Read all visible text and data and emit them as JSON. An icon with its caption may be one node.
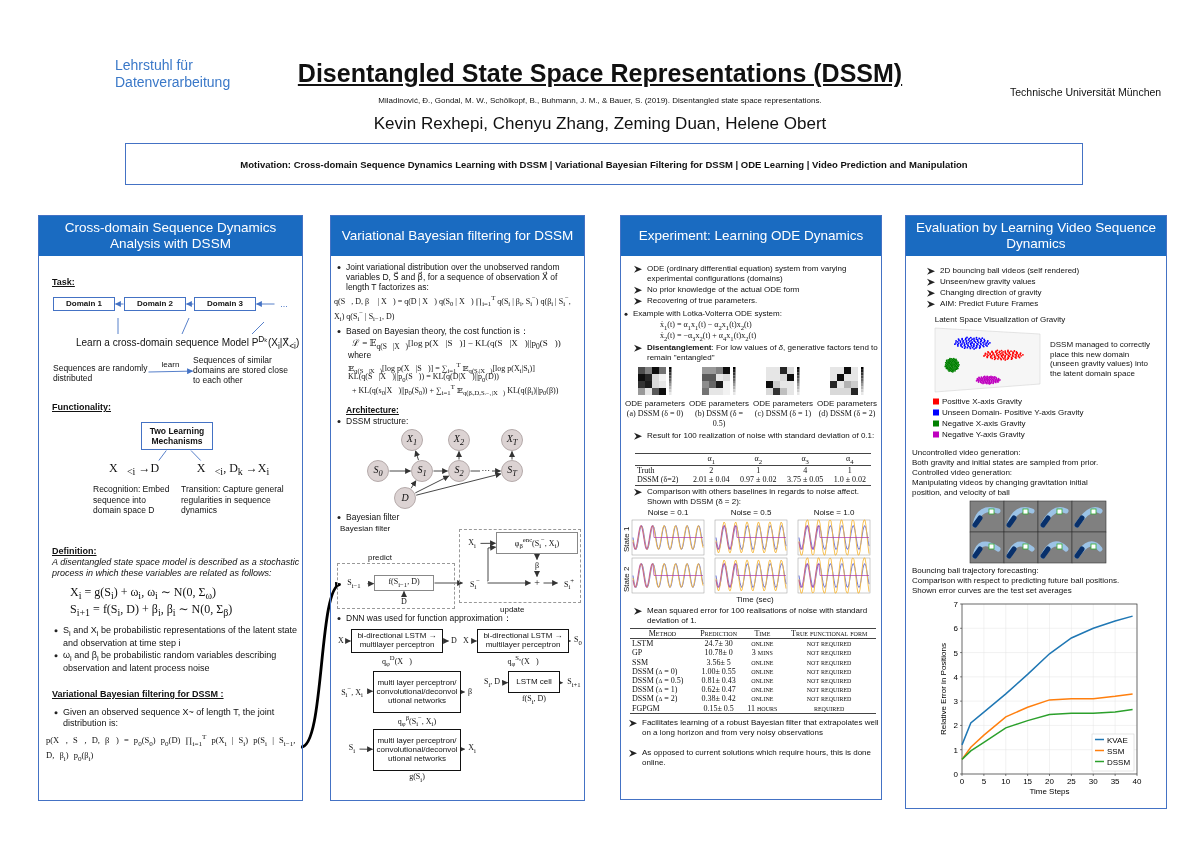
{
  "diagram": {
    "title": "Disentangled State Space Representations (DSSM)",
    "nodes": [
      {
        "text": [
          "Cross-domain Sequence Dynamics Analysis with DSSM"
        ]
      },
      {
        "text": [
          "Domain 1"
        ],
        "in": 0
      },
      {
        "text": [
          "Domain 2"
        ],
        "in": 0
      },
      {
        "text": [
          "Domain 3"
        ],
        "in": 0
      },
      {
        "text": [
          "..."
        ],
        "in": 0
      },
      {
        "text": [
          "Sequences are randomly distributed"
        ],
        "in": 0
      },
      {
        "text": [
          "Sequences of similar domains are stored close to each other"
        ],
        "in": 0
      },
      {
        "text": [
          "Two Learning Mechanisms"
        ],
        "in": 0
      },
      {
        "text": [
          "X⃗$_{<i}$ →D",
          "Recognition: Embed sequence into domain space D"
        ],
        "in": 0
      },
      {
        "text": [
          "X⃗$_{<i}$, D$_{k}$ →X$_{i}$",
          "Transition: Capture general regularities in sequence dynamics"
        ],
        "in": 0
      },
      {
        "text": [
          "p(X⃗, S⃗, D, β⃗) = p$_{0}$(S$_{0}$) p$_{0}$(D) ∏$_{i=1}$$^{T}$ p(X$_{i}$ | S$_{i}$) p(S$_{i}$ | S$_{i−1}$, D, β$_{i}$) p$_{0}$(β$_{i}$)"
        ],
        "in": 0
      },
      {
        "text": [
          "Variational Bayesian filtering for DSSM"
        ]
      },
      {
        "text": [
          "X$_{1}$"
        ],
        "in": 11
      },
      {
        "text": [
          "X$_{2}$"
        ],
        "in": 11
      },
      {
        "text": [
          "X$_{T}$"
        ],
        "in": 11
      },
      {
        "text": [
          "S$_{0}$"
        ],
        "in": 11
      },
      {
        "text": [
          "S$_{1}$"
        ],
        "in": 11
      },
      {
        "text": [
          "S$_{2}$"
        ],
        "in": 11
      },
      {
        "text": [
          "S$_{T}$"
        ],
        "in": 11
      },
      {
        "text": [
          "D"
        ],
        "in": 11
      },
      {
        "text": [
          "predict"
        ],
        "in": 11
      },
      {
        "text": [
          "S$_{i−1}$"
        ],
        "in": 20
      },
      {
        "text": [
          "f(S$_{i−1}$, D)"
        ],
        "in": 20
      },
      {
        "text": [
          "D"
        ],
        "in": 20
      },
      {
        "text": [
          "update"
        ],
        "in": 11
      },
      {
        "text": [
          "X$_{i}$"
        ],
        "in": 24
      },
      {
        "text": [
          "φ$_{β}$$^{enc}$(S$_{i}$$^{−}$, X$_{i}$)"
        ],
        "in": 24
      },
      {
        "text": [
          "β"
        ],
        "in": 24
      },
      {
        "text": [
          "+"
        ],
        "in": 24
      },
      {
        "text": [
          "S$_{i}$$^{+}$"
        ],
        "in": 24
      },
      {
        "text": [
          "S$_{i}$$^{−}$"
        ],
        "in": 24
      },
      {
        "text": [
          "X⃗"
        ],
        "in": 11
      },
      {
        "text": [
          "bi-directional LSTM → multilayer perceptron"
        ],
        "beside": [
          "q$_{φ}$$^{D}$(X⃗)"
        ],
        "in": 11
      },
      {
        "text": [
          "D"
        ],
        "in": 11
      },
      {
        "text": [
          "X⃗"
        ],
        "in": 11
      },
      {
        "text": [
          "bi-directional LSTM → multilayer perceptron"
        ],
        "beside": [
          "q$_{φ}$$^{S₀}$(X⃗)"
        ],
        "in": 11
      },
      {
        "text": [
          "S$_{0}$"
        ],
        "in": 11
      },
      {
        "text": [
          "S$_{i}$$^{−}$, X$_{i}$"
        ],
        "in": 11
      },
      {
        "text": [
          "multi layer perceptron/ convolutional/deconvolutional networks"
        ],
        "beside": [
          "q$_{φ}$$^{β}$(S$_{i}$$^{−}$, X$_{i}$)"
        ],
        "in": 11
      },
      {
        "text": [
          "β"
        ],
        "in": 11
      },
      {
        "text": [
          "S$_{i}$, D"
        ],
        "in": 11
      },
      {
        "text": [
          "LSTM cell"
        ],
        "beside": [
          "f(S$_{i}$, D)"
        ],
        "in": 11
      },
      {
        "text": [
          "S$_{i+1}$"
        ],
        "in": 11
      },
      {
        "text": [
          "S$_{i}$"
        ],
        "in": 11
      },
      {
        "text": [
          "multi layer perceptron/ convolutional/deconvolutional networks"
        ],
        "beside": [
          "g(S$_{i}$)"
        ],
        "in": 11
      },
      {
        "text": [
          "X$_{i}$"
        ],
        "in": 11
      },
      {
        "text": [
          "Experiment: Learning ODE Dynamics"
        ]
      },
      {
        "text": [
          "Evaluation by Learning Video Sequence Dynamics"
        ]
      },
      {
        "text": [
          "Motivation: Cross-domain Sequence Dynamics Learning with DSSM | Variational Bayesian Filtering for DSSM | ODE Learning | Video Prediction and Manipulation"
        ]
      },
      {
        "text": [
          "Learn a cross-domain sequence Model P$^{Dₖ}$(X$_{i}$|X⃗$_{<i}$)"
        ],
        "in": 0
      }
    ],
    "edges": [
      {
        "from": 2,
        "to": 1,
        "arrow": "to",
        "color": "#4472c4"
      },
      {
        "from": 3,
        "to": 2,
        "arrow": "to",
        "color": "#4472c4"
      },
      {
        "from": 4,
        "to": 3,
        "arrow": "to",
        "color": "#4472c4"
      },
      {
        "from": 5,
        "to": 6,
        "arrow": "to",
        "label": "learn",
        "color": "#4472c4"
      },
      {
        "from": 7,
        "to": 8,
        "arrow": "none",
        "color": "#4472c4"
      },
      {
        "from": 7,
        "to": 9,
        "arrow": "none",
        "color": "#4472c4"
      },
      {
        "from": 10,
        "to": 20,
        "arrow": "to",
        "style": "thick",
        "color": "#000000"
      },
      {
        "from": 15,
        "to": 16,
        "arrow": "to"
      },
      {
        "from": 16,
        "to": 17,
        "arrow": "to"
      },
      {
        "from": 17,
        "to": 18,
        "arrow": "to",
        "label": "⋯"
      },
      {
        "from": 16,
        "to": 12,
        "arrow": "to"
      },
      {
        "from": 17,
        "to": 13,
        "arrow": "to"
      },
      {
        "from": 18,
        "to": 14,
        "arrow": "to"
      },
      {
        "from": 19,
        "to": 16,
        "arrow": "to"
      },
      {
        "from": 19,
        "to": 17,
        "arrow": "to"
      },
      {
        "from": 19,
        "to": 18,
        "arrow": "to"
      },
      {
        "from": 21,
        "to": 22,
        "arrow": "to"
      },
      {
        "from": 23,
        "to": 22,
        "arrow": "to"
      },
      {
        "from": 22,
        "to": 30,
        "arrow": "to"
      },
      {
        "from": 30,
        "to": 28,
        "arrow": "to"
      },
      {
        "from": 30,
        "to": 26,
        "arrow": "to"
      },
      {
        "from": 25,
        "to": 26,
        "arrow": "to"
      },
      {
        "from": 26,
        "to": 27,
        "arrow": "to"
      },
      {
        "from": 27,
        "to": 28,
        "arrow": "to"
      },
      {
        "from": 28,
        "to": 29,
        "arrow": "to"
      },
      {
        "from": 31,
        "to": 32,
        "arrow": "to"
      },
      {
        "from": 32,
        "to": 33,
        "arrow": "to"
      },
      {
        "from": 34,
        "to": 35,
        "arrow": "to"
      },
      {
        "from": 35,
        "to": 36,
        "arrow": "to"
      },
      {
        "from": 37,
        "to": 38,
        "arrow": "to"
      },
      {
        "from": 38,
        "to": 39,
        "arrow": "to"
      },
      {
        "from": 40,
        "to": 41,
        "arrow": "to"
      },
      {
        "from": 41,
        "to": 42,
        "arrow": "to"
      },
      {
        "from": 43,
        "to": 44,
        "arrow": "to"
      },
      {
        "from": 44,
        "to": 45,
        "arrow": "to"
      },
      {
        "from": 49,
        "to": null,
        "arrow": "none",
        "color": "#4472c4"
      },
      {
        "from": 49,
        "to": null,
        "arrow": "none",
        "color": "#4472c4"
      },
      {
        "from": 49,
        "to": null,
        "arrow": "none",
        "color": "#4472c4"
      }
    ],
    "labels": [
      "Lehrstuhl für Datenverarbeitung",
      "Miladinović, Đ., Gondal, M. W., Schölkopf, B., Buhmann, J. M., & Bauer, S. (2019). Disentangled state space representations.",
      "Kevin Rexhepi, Chenyu Zhang, Zeming Duan, Helene Obert",
      "Technische Universität München",
      "Task:",
      "Functionality:",
      "Definition:",
      "A disentangled state space model is described as a stochastic process in which these variables are related as follows:",
      "X$_{i}$ = g(S$_{i}$) + ω$_{i}$,    ω$_{i}$ ∼ N(0, Σ$_{ω}$)",
      "S$_{i+1}$ = f(S$_{i}$, D) + β$_{i}$,    β$_{i}$ ∼ N(0, Σ$_{β}$)",
      "S$_{i}$ and X$_{i}$ be probabilistic representations of the latent state and observation at time step i",
      "ω$_{i}$ and β$_{i}$ be probabilistic random variables describing observation and latent process noise",
      "Variational Bayesian filtering for DSSM :",
      "Given an observed sequence X~ of length T, the joint distribution is:",
      "Joint variational distribution over the unobserved random variables D, S⃗ and β⃗, for a sequence of observation X⃗ of length T factorizes as:",
      "q(S⃗, D, β⃗ | X⃗) = q(D | X⃗) q(S$_{0}$ | X⃗) ∏$_{i=1}$$^{T}$ q(S$_{i}$ | β$_{i}$, S$_{i}$$^{−}$) q(β$_{i}$ | S$_{i}$$^{−}$, X$_{i}$) q(S$_{i}$$^{−}$ | S$_{i−1}$, D)",
      "Based on Bayesian theory, the cost function is：",
      "ℒ = 𝔼$_{q(S⃗|X⃗)}$[log p(X⃗|S⃗)] − KL(q(S⃗|X⃗)||p$_{0}$(S⃗))",
      "where",
      "𝔼$_{q(S⃗|X⃗)}$[log p(X⃗|S⃗)] = ∑$_{i=1}$$^{T}$ 𝔼$_{q(Sᵢ|X⃗)}$[log p(X$_{i}$|S$_{i}$)]",
      "KL(q(S⃗|X⃗)||p$_{0}$(S⃗)) = KL(q(D|X⃗)||p$_{0}$(D))",
      "+ KL(q(s$_{0}$|X⃗)||p$_{0}$(S$_{0}$)) + ∑$_{i=1}$$^{T}$ 𝔼$_{q(βᵢ,D,Sᵢ₋₁|X⃗)}$ KL(q(β$_{i}$)||p$_{0}$(β))",
      "Architecture:",
      "DSSM structure:",
      "Bayesian filter",
      "Bayesian filter",
      "DNN was used for function approximation：",
      "ODE (ordinary differential equation) system from varying experimental configurations (domains)",
      "No prior knowledge of the actual ODE form",
      "Recovering of  true parameters.",
      "Example with Lotka-Volterra ODE system:",
      "ẋ$_{1}$(t) = α$_{1}$x$_{1}$(t) − α$_{2}$x$_{1}$(t)x$_{2}$(t)",
      "ẋ$_{2}$(t) = −α$_{3}$x$_{2}$(t) + α$_{4}$x$_{1}$(t)x$_{2}$(t)",
      "**Disentanglement**: For low values of *δ*, generative factors tend to remain \"entangled\"",
      "(a) DSSM (δ = 0)",
      "(b) DSSM (δ = 0.5)",
      "(c) DSSM (δ = 1)",
      "(d) DSSM (δ = 2)",
      "ODE parameters",
      "ODE parameters",
      "ODE parameters",
      "ODE parameters",
      "Result for 100 realization of noise with standard deviation of 0.1:",
      "α$_{1}$",
      "α$_{2}$",
      "α$_{3}$",
      "α$_{4}$",
      "Truth",
      "2",
      "1",
      "4",
      "1",
      "DSSM (δ=2)",
      "2.01 ± 0.04",
      "0.97 ± 0.02",
      "3.75 ± 0.05",
      "1.0 ± 0.02",
      "Comparison with others baselines in regards to noise affect. Shown with DSSM (δ = 2):",
      "Noise = 0.1",
      "Noise = 0.5",
      "Noise = 1.0",
      "State 1",
      "State 2",
      "Time (sec)",
      "Mean squared error for 100 realisations of noise with standard deviation of 1.",
      "Method",
      "Prediction",
      "Time",
      "True functional form",
      "LSTM",
      "24.7± 30",
      "online",
      "not required",
      "GP",
      "10.78± 0",
      "3 mins",
      "not required",
      "SSM",
      "3.56± 5",
      "online",
      "not required",
      "DSSM (δ = 0)",
      "1.00± 0.55",
      "online",
      "not required",
      "DSSM (δ = 0.5)",
      "0.81± 0.43",
      "online",
      "not required",
      "DSSM (δ = 1)",
      "0.62± 0.47",
      "online",
      "not required",
      "DSSM (δ = 2)",
      "0.38± 0.42",
      "online",
      "not required",
      "FGPGM",
      "0.15± 0.5",
      "11 hours",
      "required",
      "Facilitates learning of a robust Bayesian filter that extrapolates well on a long horizon and from very noisy observations",
      "As opposed to current solutions which require hours, this is done online.",
      "2D bouncing ball videos (self rendered)",
      "Unseen/new gravity values",
      "Changing direction of gravity",
      "AIM: Predict Future Frames",
      "Latent Space Visualization of Gravity",
      "DSSM managed to correctly place this new domain (unseen gravity values) into the latent domain space",
      "Uncontrolled video generation:",
      "Both gravity and initial states are sampled from prior.",
      "Controlled video generation:",
      "Manipulating videos by changing gravitation initial position, and velocity of ball",
      "Bouncing ball trajectory forecasting:",
      "Comparison with respect to predicting future ball positions.",
      "Shown error curves are the test set averages"
    ],
    "legend": [
      {
        "text": "Positive X-axis Gravity",
        "color": "#ff0000"
      },
      {
        "text": "Unseen Domain- Positive Y-axis Gravity",
        "color": "#0000ff"
      },
      {
        "text": "Negative X-axis Gravity",
        "color": "#008000"
      },
      {
        "text": "Negative Y-axis Gravity",
        "color": "#bf00bf"
      }
    ],
    "chart_data": {
      "type": "line",
      "xlabel": "Time Steps",
      "ylabel": "Relative Error in Positions",
      "x": [
        0,
        2,
        5,
        10,
        15,
        20,
        25,
        30,
        35,
        39
      ],
      "series": [
        {
          "name": "KVAE",
          "color": "#1f77b4",
          "values": [
            1.2,
            2.1,
            2.55,
            3.3,
            4.1,
            4.95,
            5.6,
            6.0,
            6.3,
            6.5
          ]
        },
        {
          "name": "SSM",
          "color": "#ff7f0e",
          "values": [
            0.6,
            1.1,
            1.6,
            2.35,
            2.75,
            3.05,
            3.1,
            3.1,
            3.2,
            3.3
          ]
        },
        {
          "name": "DSSM",
          "color": "#2ca02c",
          "values": [
            0.6,
            0.95,
            1.3,
            1.9,
            2.2,
            2.45,
            2.5,
            2.5,
            2.55,
            2.65
          ]
        }
      ],
      "xlim": [
        0,
        40
      ],
      "ylim": [
        0,
        7
      ],
      "xticks": [
        0,
        5,
        10,
        15,
        20,
        25,
        30,
        35,
        40
      ],
      "yticks": [
        0,
        1,
        2,
        3,
        4,
        5,
        6,
        7
      ],
      "grid": true,
      "legend": "lower right"
    }
  }
}
